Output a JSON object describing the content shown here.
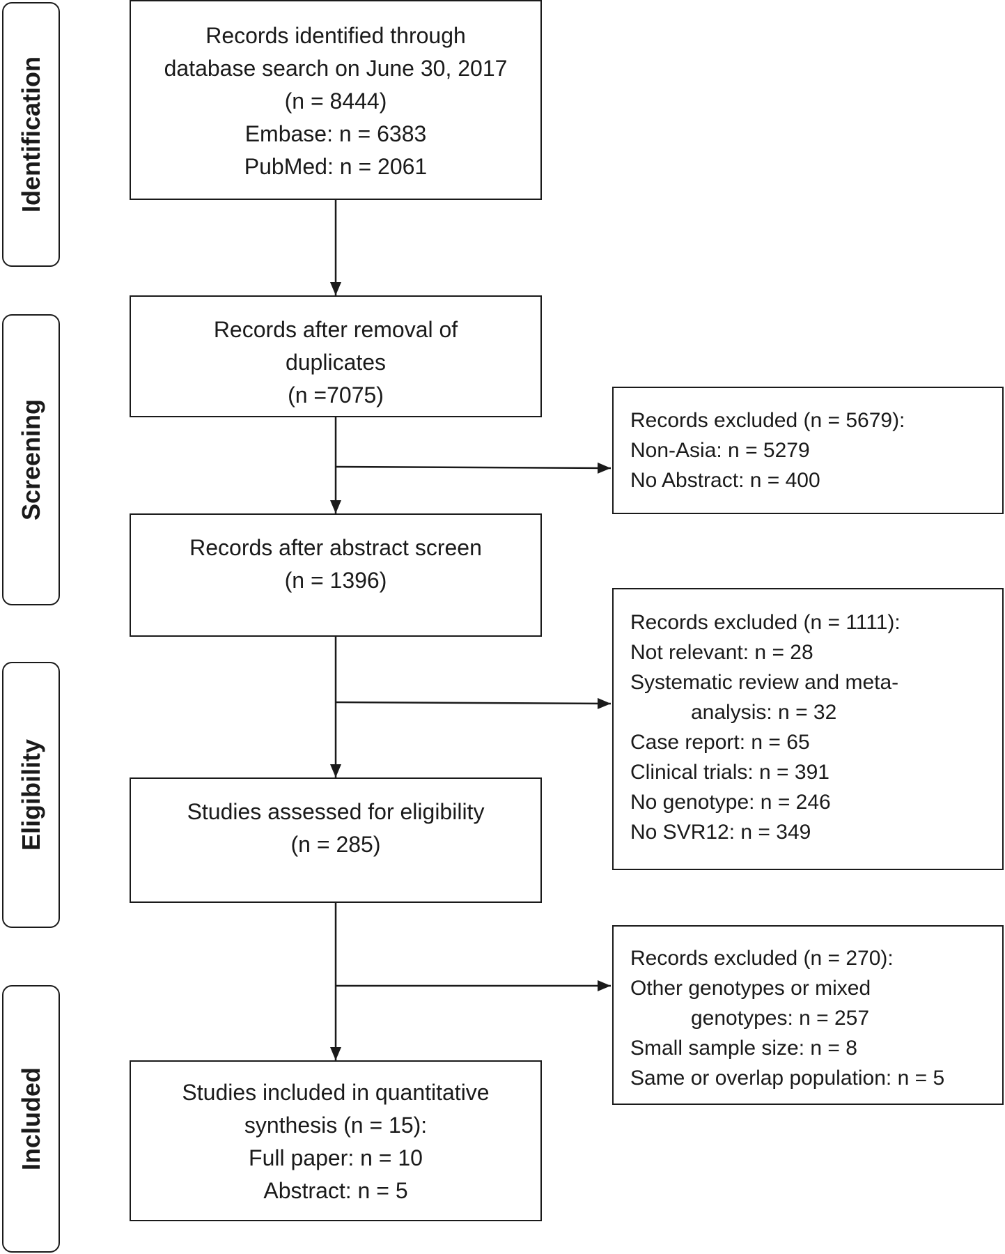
{
  "phases": [
    {
      "label": "Identification"
    },
    {
      "label": "Screening"
    },
    {
      "label": "Eligibility"
    },
    {
      "label": "Included"
    }
  ],
  "boxes": {
    "identification": {
      "lines": [
        "Records identified through",
        "database search on June 30, 2017",
        "(n = 8444)",
        "Embase: n = 6383",
        "PubMed: n = 2061"
      ]
    },
    "duplicates": {
      "lines": [
        "Records after removal of",
        "duplicates",
        "(n =7075)"
      ]
    },
    "abstract_screen": {
      "lines": [
        "Records after abstract screen",
        "(n = 1396)"
      ]
    },
    "eligibility": {
      "lines": [
        "Studies assessed for eligibility",
        "(n = 285)"
      ]
    },
    "included": {
      "lines": [
        "Studies included in quantitative",
        "synthesis (n = 15):",
        "Full paper: n = 10",
        "Abstract: n = 5"
      ]
    }
  },
  "exclusions": {
    "screening": {
      "lines": [
        "Records excluded (n = 5679):",
        "Non-Asia: n = 5279",
        "No Abstract: n = 400"
      ]
    },
    "abstract": {
      "lines": [
        "Records excluded (n = 1111):",
        "Not relevant:  n = 28",
        "Systematic review  and meta-",
        "analysis: n = 32",
        "Case report: n = 65",
        "Clinical trials: n = 391",
        "No genotype: n = 246",
        "No SVR12: n = 349"
      ]
    },
    "eligibility": {
      "lines": [
        "Records excluded (n = 270):",
        "Other genotypes or mixed",
        "genotypes: n = 257",
        "Small sample size: n = 8",
        "Same or overlap population: n = 5"
      ]
    }
  }
}
